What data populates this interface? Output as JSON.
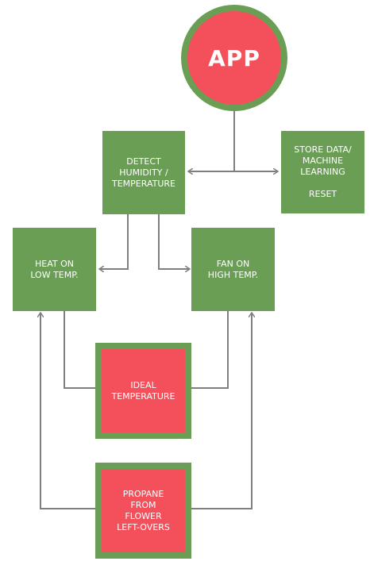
{
  "app": {
    "label": "APP"
  },
  "nodes": {
    "detect": "DETECT\nHUMIDITY /\nTEMPERATURE",
    "store": "STORE DATA/\nMACHINE\nLEARNING\n\nRESET",
    "heat": "HEAT ON\nLOW TEMP.",
    "fan": "FAN ON\nHIGH TEMP.",
    "ideal": "IDEAL\nTEMPERATURE",
    "propane": "PROPANE\nFROM\nFLOWER\nLEFT-OVERS"
  },
  "colors": {
    "green": "#6a9e55",
    "red": "#f4505b",
    "connector": "#7f7f7f"
  }
}
